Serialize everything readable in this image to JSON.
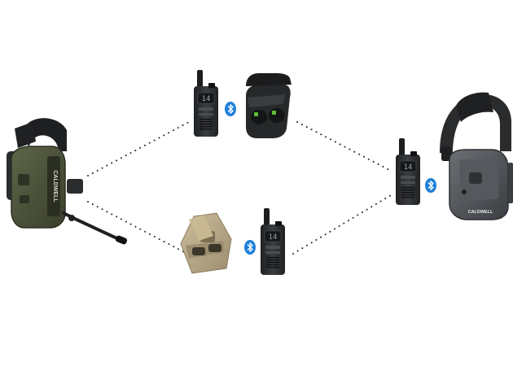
{
  "devices": {
    "headset_tactical": {
      "label": "CALDWELL",
      "color": "#4c5339"
    },
    "headset_muffs": {
      "label": "CALDWELL",
      "color": "#4a4d52"
    },
    "radio": {
      "display": "14"
    },
    "icons": [
      "bluetooth-icon",
      "bluetooth-icon",
      "bluetooth-icon",
      "bluetooth-icon"
    ]
  },
  "colors": {
    "bluetooth": "#1f7fd9",
    "radio_body": "#2b2d30",
    "case_dark": "#222426",
    "case_tan": "#b7a888",
    "dots": "#333333"
  }
}
